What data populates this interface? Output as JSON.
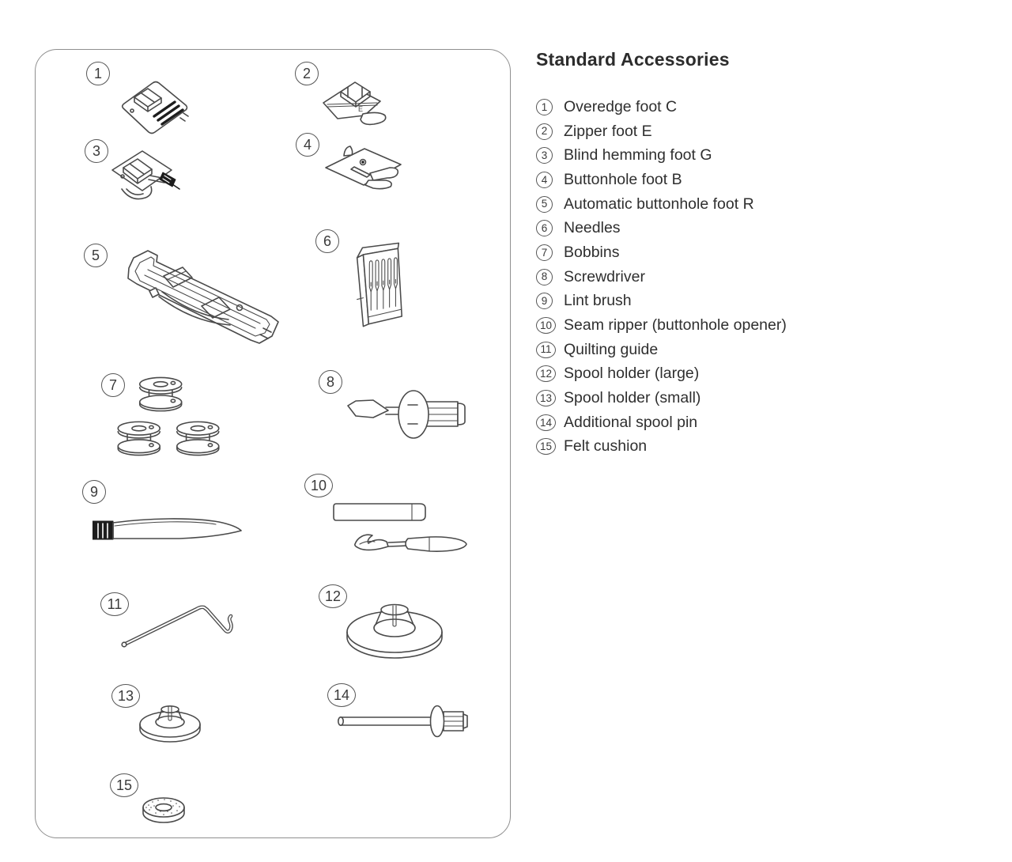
{
  "title": "Standard Accessories",
  "accessories": [
    {
      "num": "1",
      "label": "Overedge foot C"
    },
    {
      "num": "2",
      "label": "Zipper foot E"
    },
    {
      "num": "3",
      "label": "Blind hemming foot G"
    },
    {
      "num": "4",
      "label": "Buttonhole foot B"
    },
    {
      "num": "5",
      "label": "Automatic buttonhole foot R"
    },
    {
      "num": "6",
      "label": "Needles"
    },
    {
      "num": "7",
      "label": "Bobbins"
    },
    {
      "num": "8",
      "label": "Screwdriver"
    },
    {
      "num": "9",
      "label": "Lint brush"
    },
    {
      "num": "10",
      "label": "Seam ripper (buttonhole opener)"
    },
    {
      "num": "11",
      "label": "Quilting guide"
    },
    {
      "num": "12",
      "label": "Spool holder (large)"
    },
    {
      "num": "13",
      "label": "Spool holder (small)"
    },
    {
      "num": "14",
      "label": "Additional spool pin"
    },
    {
      "num": "15",
      "label": "Felt cushion"
    }
  ],
  "colors": {
    "line": "#4a4a4a",
    "text": "#2f2f2f",
    "panel_border": "#8f8f8f",
    "dark_fill": "#1d1d1d"
  }
}
